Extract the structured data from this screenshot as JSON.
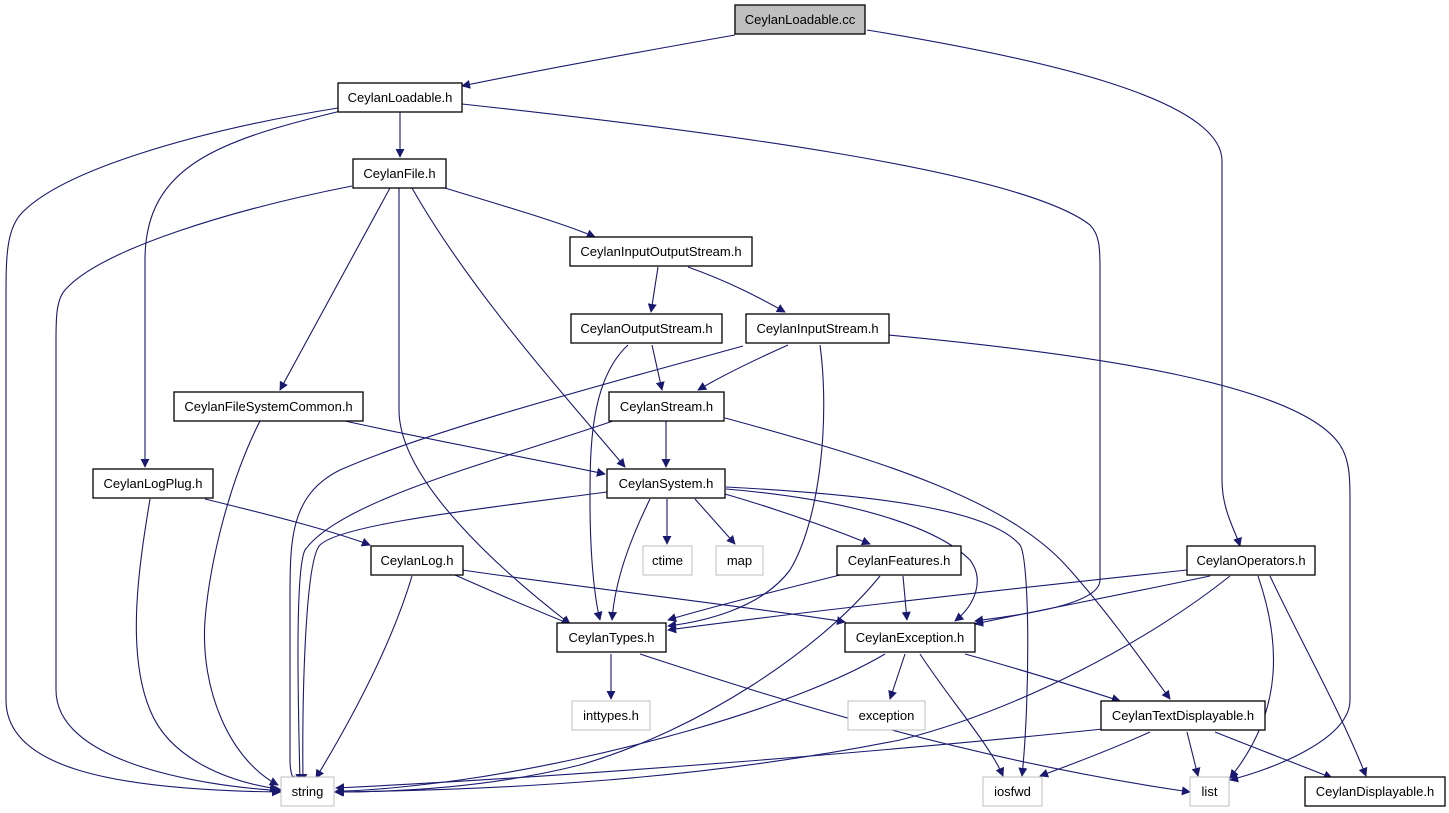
{
  "nodes": {
    "ceylan_loadable_cc": {
      "label": "CeylanLoadable.cc",
      "kind": "root"
    },
    "ceylan_loadable_h": {
      "label": "CeylanLoadable.h",
      "kind": "project"
    },
    "ceylan_file_h": {
      "label": "CeylanFile.h",
      "kind": "project"
    },
    "ceylan_input_output_stream_h": {
      "label": "CeylanInputOutputStream.h",
      "kind": "project"
    },
    "ceylan_output_stream_h": {
      "label": "CeylanOutputStream.h",
      "kind": "project"
    },
    "ceylan_input_stream_h": {
      "label": "CeylanInputStream.h",
      "kind": "project"
    },
    "ceylan_file_system_common_h": {
      "label": "CeylanFileSystemCommon.h",
      "kind": "project"
    },
    "ceylan_stream_h": {
      "label": "CeylanStream.h",
      "kind": "project"
    },
    "ceylan_log_plug_h": {
      "label": "CeylanLogPlug.h",
      "kind": "project"
    },
    "ceylan_system_h": {
      "label": "CeylanSystem.h",
      "kind": "project"
    },
    "ceylan_log_h": {
      "label": "CeylanLog.h",
      "kind": "project"
    },
    "ctime": {
      "label": "ctime",
      "kind": "system"
    },
    "map": {
      "label": "map",
      "kind": "system"
    },
    "ceylan_features_h": {
      "label": "CeylanFeatures.h",
      "kind": "project"
    },
    "ceylan_operators_h": {
      "label": "CeylanOperators.h",
      "kind": "project"
    },
    "ceylan_types_h": {
      "label": "CeylanTypes.h",
      "kind": "project"
    },
    "ceylan_exception_h": {
      "label": "CeylanException.h",
      "kind": "project"
    },
    "inttypes_h": {
      "label": "inttypes.h",
      "kind": "system"
    },
    "exception": {
      "label": "exception",
      "kind": "system"
    },
    "ceylan_text_displayable_h": {
      "label": "CeylanTextDisplayable.h",
      "kind": "project"
    },
    "string": {
      "label": "string",
      "kind": "system"
    },
    "iosfwd": {
      "label": "iosfwd",
      "kind": "system"
    },
    "list": {
      "label": "list",
      "kind": "system"
    },
    "ceylan_displayable_h": {
      "label": "CeylanDisplayable.h",
      "kind": "project"
    }
  },
  "edges": [
    [
      "ceylan_loadable_cc",
      "ceylan_loadable_h"
    ],
    [
      "ceylan_loadable_cc",
      "ceylan_operators_h"
    ],
    [
      "ceylan_loadable_h",
      "ceylan_file_h"
    ],
    [
      "ceylan_loadable_h",
      "ceylan_log_plug_h"
    ],
    [
      "ceylan_loadable_h",
      "string"
    ],
    [
      "ceylan_loadable_h",
      "ceylan_exception_h"
    ],
    [
      "ceylan_file_h",
      "ceylan_input_output_stream_h"
    ],
    [
      "ceylan_file_h",
      "ceylan_file_system_common_h"
    ],
    [
      "ceylan_file_h",
      "ceylan_system_h"
    ],
    [
      "ceylan_file_h",
      "ceylan_types_h"
    ],
    [
      "ceylan_file_h",
      "string"
    ],
    [
      "ceylan_input_output_stream_h",
      "ceylan_output_stream_h"
    ],
    [
      "ceylan_input_output_stream_h",
      "ceylan_input_stream_h"
    ],
    [
      "ceylan_output_stream_h",
      "ceylan_stream_h"
    ],
    [
      "ceylan_output_stream_h",
      "ceylan_types_h"
    ],
    [
      "ceylan_input_stream_h",
      "ceylan_stream_h"
    ],
    [
      "ceylan_input_stream_h",
      "ceylan_types_h"
    ],
    [
      "ceylan_input_stream_h",
      "string"
    ],
    [
      "ceylan_input_stream_h",
      "list"
    ],
    [
      "ceylan_file_system_common_h",
      "ceylan_system_h"
    ],
    [
      "ceylan_file_system_common_h",
      "string"
    ],
    [
      "ceylan_stream_h",
      "ceylan_system_h"
    ],
    [
      "ceylan_stream_h",
      "ceylan_text_displayable_h"
    ],
    [
      "ceylan_stream_h",
      "string"
    ],
    [
      "ceylan_log_plug_h",
      "ceylan_log_h"
    ],
    [
      "ceylan_log_plug_h",
      "string"
    ],
    [
      "ceylan_system_h",
      "ctime"
    ],
    [
      "ceylan_system_h",
      "map"
    ],
    [
      "ceylan_system_h",
      "ceylan_features_h"
    ],
    [
      "ceylan_system_h",
      "ceylan_types_h"
    ],
    [
      "ceylan_system_h",
      "ceylan_exception_h"
    ],
    [
      "ceylan_system_h",
      "string"
    ],
    [
      "ceylan_system_h",
      "iosfwd"
    ],
    [
      "ceylan_log_h",
      "ceylan_types_h"
    ],
    [
      "ceylan_log_h",
      "ceylan_exception_h"
    ],
    [
      "ceylan_log_h",
      "string"
    ],
    [
      "ceylan_features_h",
      "ceylan_types_h"
    ],
    [
      "ceylan_features_h",
      "ceylan_exception_h"
    ],
    [
      "ceylan_features_h",
      "string"
    ],
    [
      "ceylan_operators_h",
      "ceylan_types_h"
    ],
    [
      "ceylan_operators_h",
      "ceylan_exception_h"
    ],
    [
      "ceylan_operators_h",
      "string"
    ],
    [
      "ceylan_operators_h",
      "list"
    ],
    [
      "ceylan_operators_h",
      "ceylan_displayable_h"
    ],
    [
      "ceylan_types_h",
      "inttypes_h"
    ],
    [
      "ceylan_types_h",
      "list"
    ],
    [
      "ceylan_exception_h",
      "exception"
    ],
    [
      "ceylan_exception_h",
      "ceylan_text_displayable_h"
    ],
    [
      "ceylan_exception_h",
      "iosfwd"
    ],
    [
      "ceylan_exception_h",
      "string"
    ],
    [
      "ceylan_text_displayable_h",
      "ceylan_displayable_h"
    ],
    [
      "ceylan_text_displayable_h",
      "string"
    ],
    [
      "ceylan_text_displayable_h",
      "iosfwd"
    ],
    [
      "ceylan_text_displayable_h",
      "list"
    ]
  ],
  "colors": {
    "edge": "#191970",
    "root_fill": "#bfbfbf",
    "project_border": "#000000",
    "system_border": "#bfbfbf"
  }
}
